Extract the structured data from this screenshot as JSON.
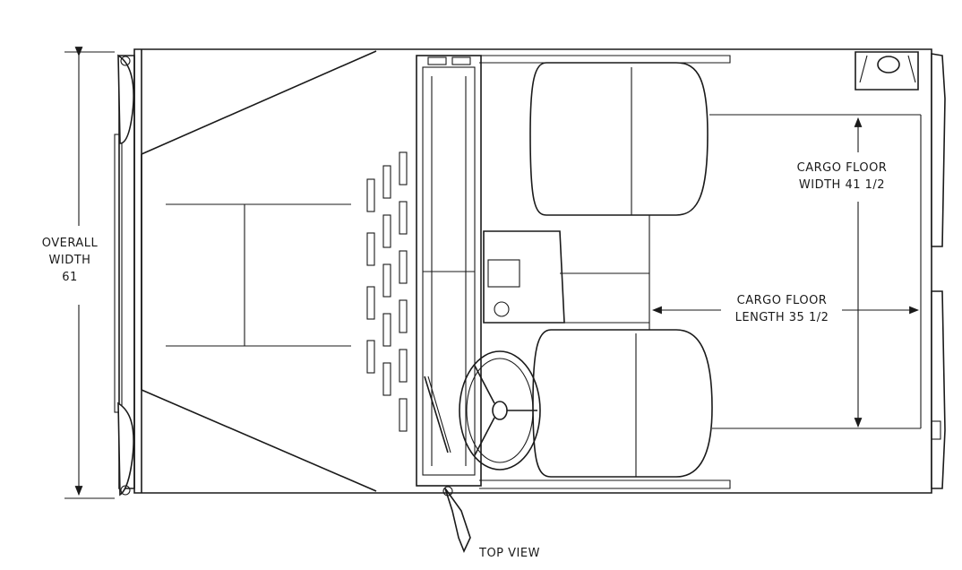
{
  "labels": {
    "overall_width": [
      "OVERALL",
      "WIDTH",
      "61"
    ],
    "cargo_floor_width": [
      "CARGO FLOOR",
      "WIDTH 41 1/2"
    ],
    "cargo_floor_length": [
      "CARGO FLOOR",
      "LENGTH 35 1/2"
    ],
    "view_caption": "TOP VIEW"
  }
}
